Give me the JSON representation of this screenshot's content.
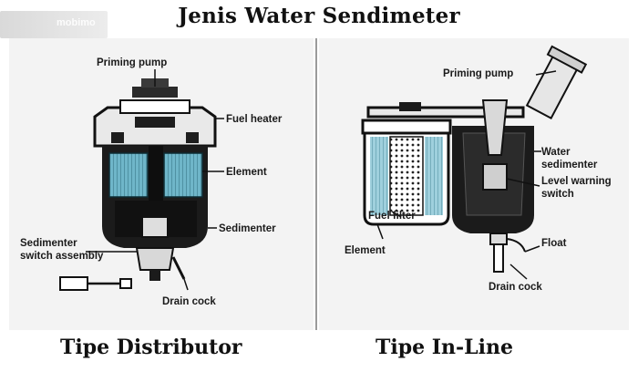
{
  "title": "Jenis Water Sendimeter",
  "watermark": "mobimo",
  "left_panel": {
    "caption": "Tipe Distributor",
    "labels": {
      "priming_pump": "Priming pump",
      "fuel_heater": "Fuel heater",
      "element": "Element",
      "sedimenter": "Sedimenter",
      "sedimenter_switch_line1": "Sedimenter",
      "sedimenter_switch_line2": "switch assembly",
      "drain_cock": "Drain cock"
    }
  },
  "right_panel": {
    "caption": "Tipe In-Line",
    "labels": {
      "priming_pump": "Priming pump",
      "water_sedimenter_line1": "Water",
      "water_sedimenter_line2": "sedimenter",
      "level_warning_line1": "Level warning",
      "level_warning_line2": "switch",
      "fuel_filter": "Fuel filter",
      "element": "Element",
      "float": "Float",
      "drain_cock": "Drain cock"
    }
  },
  "colors": {
    "element_blue": "#6fb6c9",
    "body_dark": "#1b1b1b"
  }
}
